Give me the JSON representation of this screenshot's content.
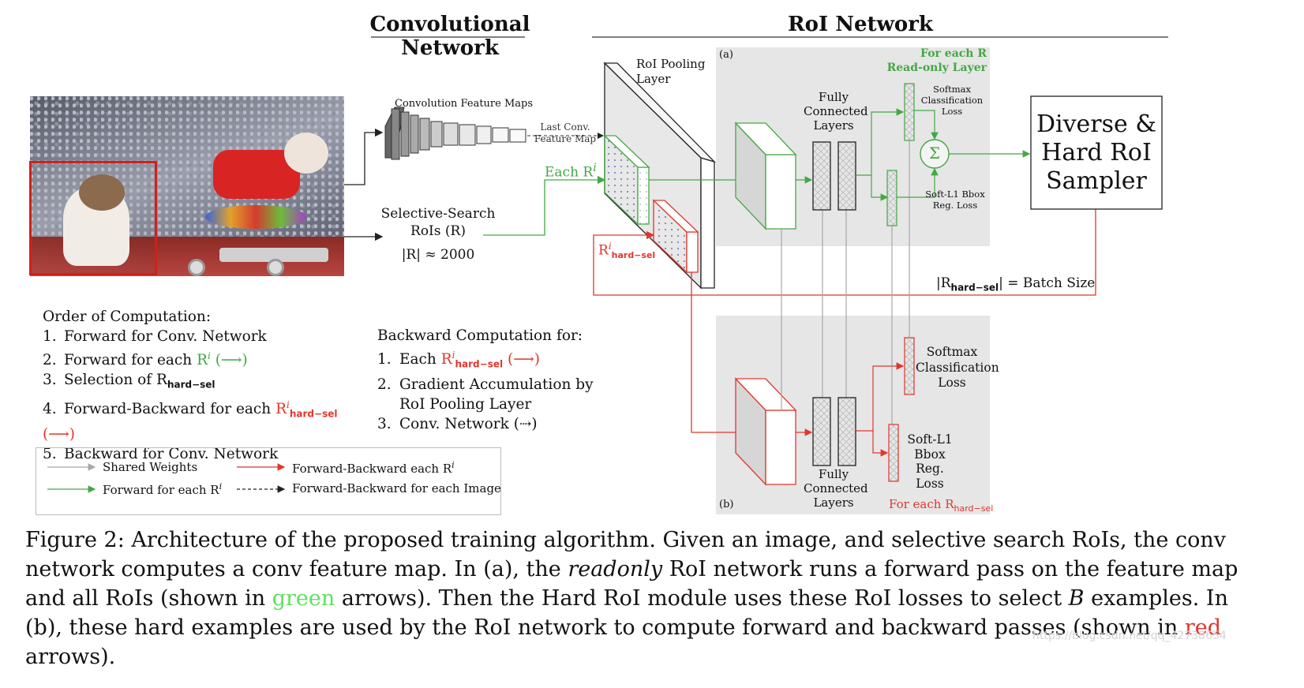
{
  "headers": {
    "conv_network": "Convolutional Network",
    "roi_network": "RoI Network"
  },
  "labels": {
    "conv_feature_maps": "Convolution Feature Maps",
    "last_conv_feature_map": "Last Conv. Feature Map",
    "roi_pooling_layer": "RoI Pooling Layer",
    "each_r": "Each R",
    "each_r_sup": "i",
    "selective_search_rois": "Selective-Search RoIs (R)",
    "r_count": "|R| ≈ 2000",
    "r_hard_sel": "R",
    "r_hard_sel_sup": "i",
    "r_hard_sel_sub": "hard−sel",
    "panel_a_tag": "(a)",
    "panel_b_tag": "(b)",
    "for_each_r_line1": "For each R",
    "for_each_r_line2": "Read-only Layer",
    "fully_connected_layers_a": "Fully Connected Layers",
    "fully_connected_layers_b": "Fully Connected Layers",
    "softmax_cls_loss_a": "Softmax Classification Loss",
    "softl1_loss_a": "Soft-L1 Bbox Reg. Loss",
    "softmax_cls_loss_b": "Softmax Classification Loss",
    "softl1_loss_b": "Soft-L1 Bbox Reg. Loss",
    "sigma": "Σ",
    "sampler": "Diverse & Hard RoI Sampler",
    "batch_size_pre": "|R",
    "batch_size_sub": "hard−sel",
    "batch_size_post": "| = Batch Size",
    "for_each_r_hard_b": "For each R",
    "for_each_r_hard_b_sub": "hard−sel"
  },
  "order": {
    "title": "Order of Computation:",
    "items": [
      {
        "n": "1.",
        "text": "Forward for Conv. Network"
      },
      {
        "n": "2.",
        "text": "Forward for each ",
        "colored": "R",
        "sup": "i",
        "arrow": "(⟶)",
        "color": "green"
      },
      {
        "n": "3.",
        "text": "Selection of R",
        "sub": "hard−sel"
      },
      {
        "n": "4.",
        "text": "Forward-Backward for each ",
        "colored": "R",
        "sup": "i",
        "sub": "hard−sel",
        "arrow": "(⟶)",
        "color": "red"
      },
      {
        "n": "5.",
        "text": "Backward for Conv. Network"
      }
    ]
  },
  "backward": {
    "title": "Backward Computation for:",
    "items": [
      {
        "n": "1.",
        "text": "Each ",
        "colored": "R",
        "sup": "i",
        "sub": "hard−sel",
        "arrow": "(⟶)"
      },
      {
        "n": "2.",
        "text": "Gradient Accumulation by",
        "text2": "RoI Pooling Layer"
      },
      {
        "n": "3.",
        "text": "Conv. Network (⇢)"
      }
    ]
  },
  "legend": {
    "shared_weights": "Shared Weights",
    "forward_each": "Forward for each R",
    "forward_each_sup": "i",
    "fb_each": "Forward-Backward each R",
    "fb_each_sup": "i",
    "fb_image": "Forward-Backward for each Image"
  },
  "caption": {
    "part1": "Figure 2: Architecture of the proposed training algorithm. Given an image, and selective search RoIs, the conv network computes a conv feature map. In (a), the ",
    "italic1": "readonly",
    "part2": " RoI network runs a forward pass on the feature map and all RoIs (shown in ",
    "green_word": "green",
    "part3": " arrows). Then the Hard RoI module uses these RoI losses to select ",
    "italic_b": "B",
    "part4": " examples. In (b), these hard examples are used by the RoI network to compute forward and backward passes (shown in ",
    "red_word": "red",
    "part5": " arrows)."
  },
  "watermark": "https://blog.csdn.net/qq_42738654",
  "colors": {
    "green": "#43a843",
    "red": "#e0362c",
    "panel": "#e6e6e6",
    "gray_line": "#a8a8a8"
  }
}
